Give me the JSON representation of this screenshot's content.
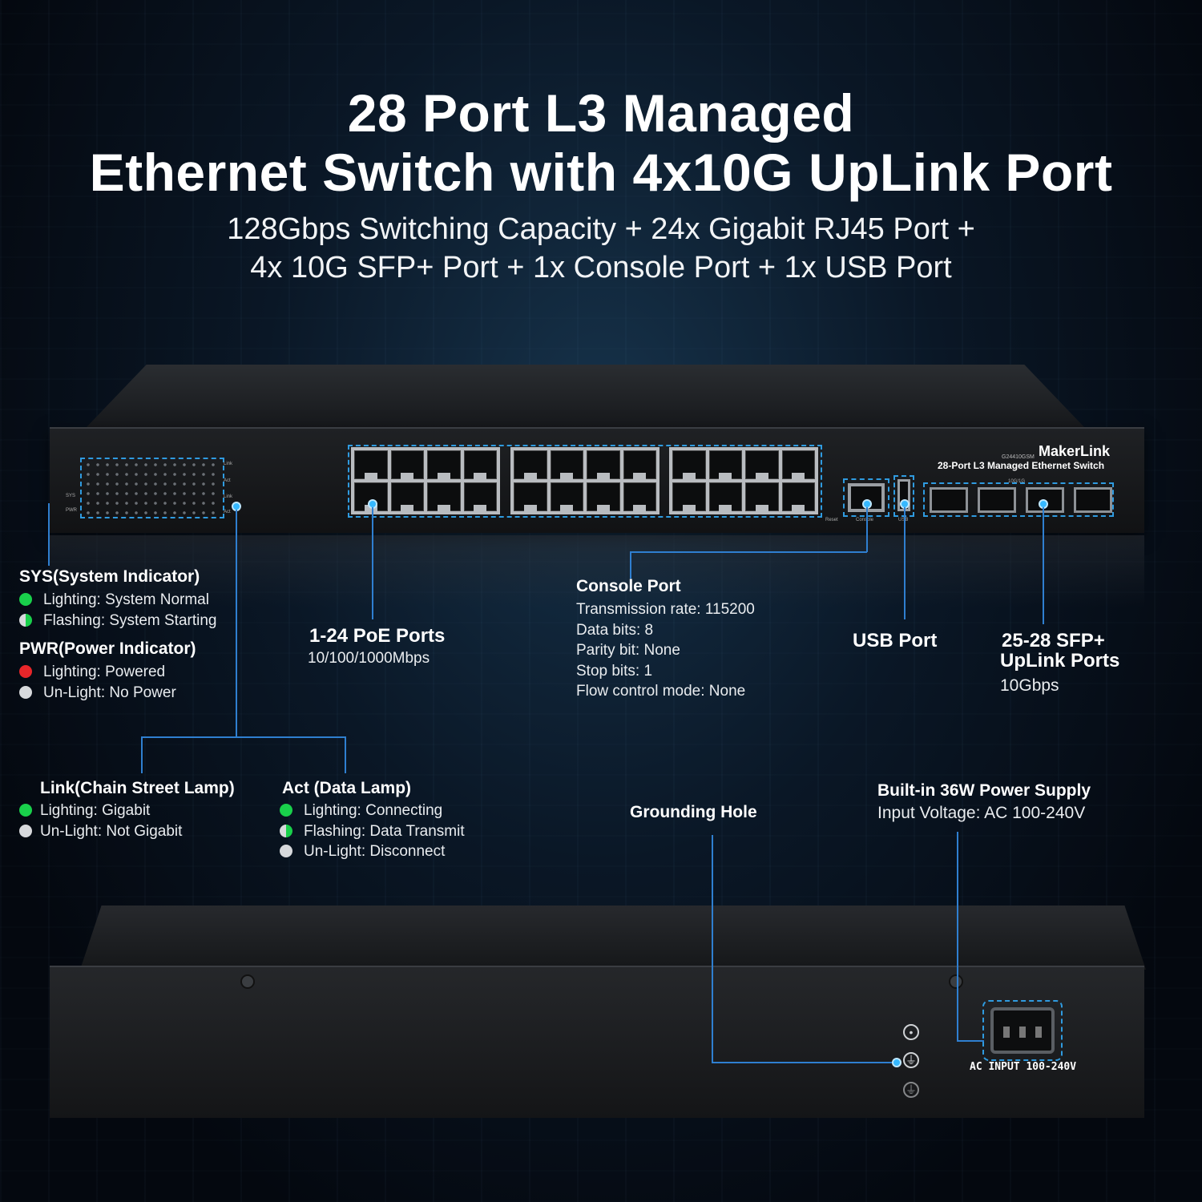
{
  "title": {
    "line1": "28 Port L3 Managed",
    "line2": "Ethernet Switch with 4x10G UpLink Port"
  },
  "subtitle": {
    "line1": "128Gbps Switching Capacity + 24x Gigabit RJ45 Port +",
    "line2": "4x 10G SFP+ Port + 1x Console Port + 1x USB Port"
  },
  "device": {
    "brand": "MakerLink",
    "model": "G24410GSM",
    "name": "28-Port L3 Managed Ethernet Switch",
    "port_labels": {
      "reset": "Reset",
      "console": "Console",
      "usb": "USB",
      "sfp_speed": "10G/1G",
      "link": "Link",
      "act": "Act",
      "sys": "SYS",
      "pwr": "PWR"
    },
    "ac_input": "AC  INPUT  100-240V"
  },
  "sys": {
    "title": "SYS(System Indicator)",
    "items": [
      {
        "led": "green",
        "text": "Lighting: System Normal"
      },
      {
        "led": "half-green",
        "text": "Flashing: System Starting"
      }
    ]
  },
  "pwr": {
    "title": "PWR(Power Indicator)",
    "items": [
      {
        "led": "red",
        "text": "Lighting: Powered"
      },
      {
        "led": "white",
        "text": "Un-Light: No Power"
      }
    ]
  },
  "poe": {
    "title": "1-24 PoE Ports",
    "text": "10/100/1000Mbps"
  },
  "console": {
    "title": "Console Port",
    "lines": [
      "Transmission rate: 115200",
      "Data bits: 8",
      "Parity bit: None",
      "Stop bits: 1",
      "Flow control mode: None"
    ]
  },
  "usb": {
    "title": "USB Port"
  },
  "sfp": {
    "title1": "25-28 SFP+",
    "title2": "UpLink Ports",
    "text": "10Gbps"
  },
  "link": {
    "title": "Link(Chain Street Lamp)",
    "items": [
      {
        "led": "green",
        "text": "Lighting: Gigabit"
      },
      {
        "led": "white",
        "text": "Un-Light: Not Gigabit"
      }
    ]
  },
  "act": {
    "title": "Act (Data Lamp)",
    "items": [
      {
        "led": "green",
        "text": "Lighting: Connecting"
      },
      {
        "led": "half-green",
        "text": "Flashing: Data Transmit"
      },
      {
        "led": "white",
        "text": "Un-Light: Disconnect"
      }
    ]
  },
  "grounding": {
    "title": "Grounding Hole"
  },
  "power": {
    "title": "Built-in 36W Power Supply",
    "text": "Input Voltage: AC 100-240V"
  },
  "colors": {
    "accent": "#2f9be0",
    "green_led": "#19d04b",
    "red_led": "#e8262a",
    "white_led": "#d7d9dc"
  }
}
